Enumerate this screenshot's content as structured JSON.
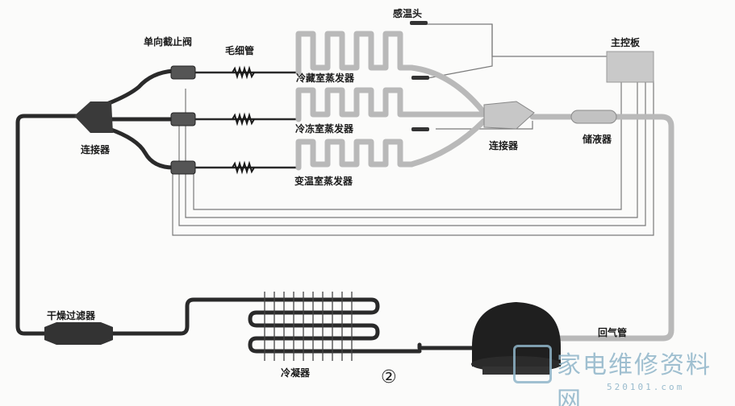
{
  "labels": {
    "sensor_head": "感温头",
    "check_valve": "单向截止阀",
    "capillary": "毛细管",
    "main_board": "主控板",
    "fridge_evaporator": "冷藏室蒸发器",
    "freezer_evaporator": "冷冻室蒸发器",
    "variable_evaporator": "变温室蒸发器",
    "left_connector": "连接器",
    "right_connector": "连接器",
    "accumulator": "储液器",
    "drier_filter": "干燥过滤器",
    "return_pipe": "回气管",
    "condenser": "冷凝器",
    "figure_number": "②"
  },
  "watermark": {
    "text": "家电维修资料网",
    "url": "520101.com"
  },
  "colors": {
    "pipe_dark": "#2a2a2a",
    "pipe_light": "#b9b9b9",
    "wire": "#6a6a6a",
    "watermark": "#8fb5c9"
  }
}
